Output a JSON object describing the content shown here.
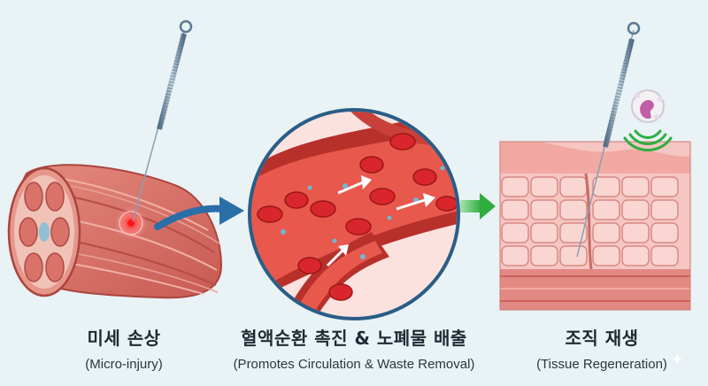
{
  "steps": [
    {
      "title": "미세 손상",
      "subtitle": "(Micro-injury)"
    },
    {
      "title": "혈액순환 촉진 & 노폐물 배출",
      "subtitle": "(Promotes Circulation & Waste Removal)"
    },
    {
      "title": "조직 재생",
      "subtitle": "(Tissue Regeneration)"
    }
  ],
  "colors": {
    "background": "#e9f2f5",
    "muscle": "#d9736a",
    "muscle_dark": "#b94c46",
    "injury": "#ff2b2b",
    "arrow_blue": "#2a6fa8",
    "arrow_green": "#3fb24f",
    "vessel": "#c53a32",
    "blood_cell": "#d8262c",
    "tissue": "#f3b4b0",
    "cell_outline": "#d98985",
    "needle": "#6d8aa3",
    "immune_signal": "#2fae3f"
  },
  "icons": [
    "acupuncture-needle-icon",
    "blood-vessel-magnified-icon",
    "immune-cell-icon",
    "signal-waves-icon",
    "sparkle-icon"
  ]
}
